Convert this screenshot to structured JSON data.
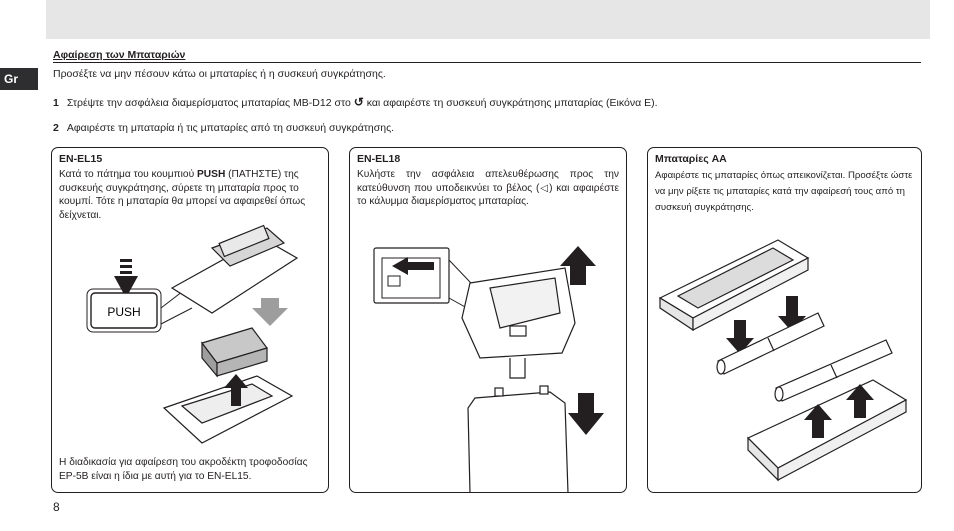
{
  "header": {
    "lang_tab": "Gr"
  },
  "section": {
    "title": "Αφαίρεση των Μπαταριών",
    "intro": "Προσέξτε να μην πέσουν κάτω οι μπαταρίες ή η συσκευή συγκράτησης."
  },
  "steps": [
    {
      "num": "1",
      "text_before": "Στρέψτε την ασφάλεια διαμερίσματος μπαταρίας MB-D12 στο",
      "symbol": "↺",
      "text_after": "και αφαιρέστε τη συσκευή συγκράτησης μπαταρίας (Εικόνα Ε)."
    },
    {
      "num": "2",
      "text": "Αφαιρέστε τη μπαταρία ή τις μπαταρίες από τη συσκευή συγκράτησης."
    }
  ],
  "panels": {
    "en_el15": {
      "title": "EN-EL15",
      "text_1": "Κατά το πάτημα του κουμπιού",
      "push_bold": "PUSH",
      "text_2": "(ΠΑΤΗΣΤΕ) της συσκευής συγκράτησης, σύρετε τη μπαταρία προς το κουμπί. Τότε η μπαταρία θα μπορεί να αφαιρεθεί όπως δείχνεται.",
      "button_label": "PUSH",
      "footer": "Η διαδικασία για αφαίρεση του ακροδέκτη τροφοδοσίας EP-5B είναι η ίδια με αυτή για το EN-EL15."
    },
    "en_el18": {
      "title": "EN-EL18",
      "text": "Κυλήστε την ασφάλεια απελευθέρωσης προς την κατεύθυνση που υποδεικνύει το βέλος (◁) και αφαιρέστε το κάλυμμα διαμερίσματος μπαταρίας."
    },
    "aa": {
      "title": "Μπαταρίες AA",
      "text": "Αφαιρέστε τις μπαταρίες όπως απεικονίζεται. Προσέξτε ώστε να μην ρίξετε τις μπαταρίες κατά την αφαίρεσή τους από τη συσκευή συγκράτησης."
    }
  },
  "page_number": "8"
}
